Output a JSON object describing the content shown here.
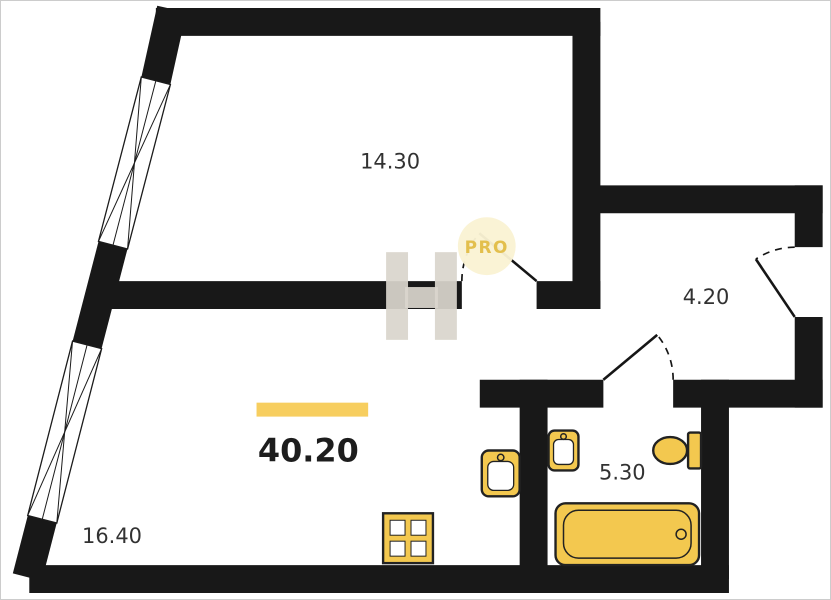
{
  "meta": {
    "type": "apartment-floor-plan"
  },
  "rooms": [
    {
      "name": "room-top",
      "area": "14.30"
    },
    {
      "name": "hallway",
      "area": "4.20"
    },
    {
      "name": "room-bottom",
      "area": "16.40"
    },
    {
      "name": "bathroom",
      "area": "5.30"
    }
  ],
  "total": {
    "area": "40.20"
  },
  "watermark": {
    "logo_letter": "H",
    "badge_text": "PRO"
  },
  "fixtures": [
    "stove-icon",
    "kitchen-sink-icon",
    "bathroom-sink-icon",
    "toilet-icon",
    "bathtub-icon"
  ],
  "colors": {
    "wall": "#181818",
    "fixture_fill": "#F3C84F",
    "fixture_stroke": "#222222",
    "highlight_bar": "#F7CE5F",
    "badge_bg": "#FAF3D3",
    "badge_text": "#E3BF4D",
    "watermark_gray": "#D9D5CC",
    "label_color": "#323232",
    "border": "#CCCCCC"
  }
}
